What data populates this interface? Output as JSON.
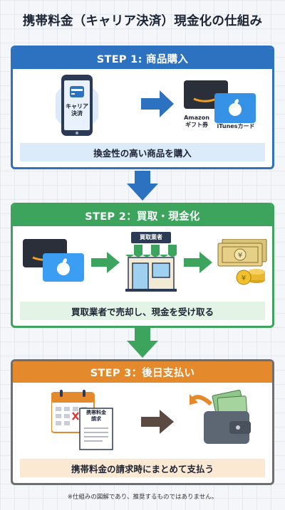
{
  "title": "携帯料金（キャリア決済）現金化の仕組み",
  "step1": {
    "header": "STEP 1: 商品購入",
    "phone_label": "キャリア\n決済",
    "amazon_card_label": "Amazon\nギフト券",
    "itunes_card_label": "iTunesカード",
    "caption": "換金性の高い商品を購入"
  },
  "step2": {
    "header": "STEP 2：買取・現金化",
    "shop_sign": "買取業者",
    "caption": "買取業者で売却し、現金を受け取る"
  },
  "step3": {
    "header": "STEP 3：後日支払い",
    "bill_label": "携帯料金\n請求",
    "caption": "携帯料金の請求時にまとめて支払う"
  },
  "note": "※仕組みの図解であり、推奨するものではありません。",
  "colors": {
    "blue": "#2d72c0",
    "green": "#3da45d",
    "orange": "#e58a2c",
    "gray": "#6f6f6f"
  }
}
